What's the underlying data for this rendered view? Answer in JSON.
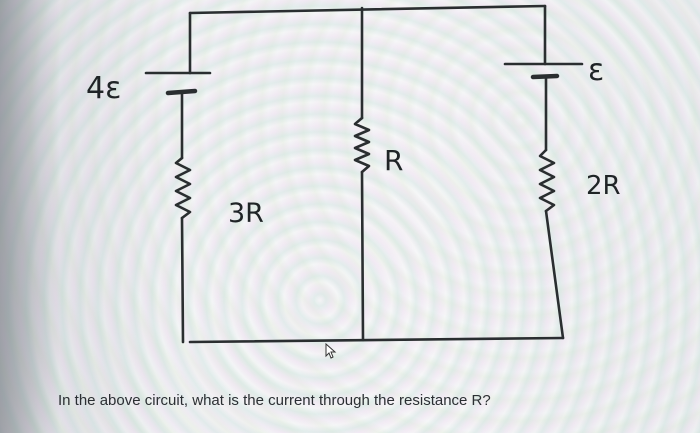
{
  "labels": {
    "emf_left": "4ε",
    "emf_right": "ε",
    "r_left": "3R",
    "r_middle": "R",
    "r_right": "2R"
  },
  "question": "In the above circuit, what is the current through the resistance R?",
  "colors": {
    "wire": "#2a2e30",
    "text": "#2b2f33"
  },
  "icons": {
    "cursor": "pointer-cursor-icon"
  }
}
